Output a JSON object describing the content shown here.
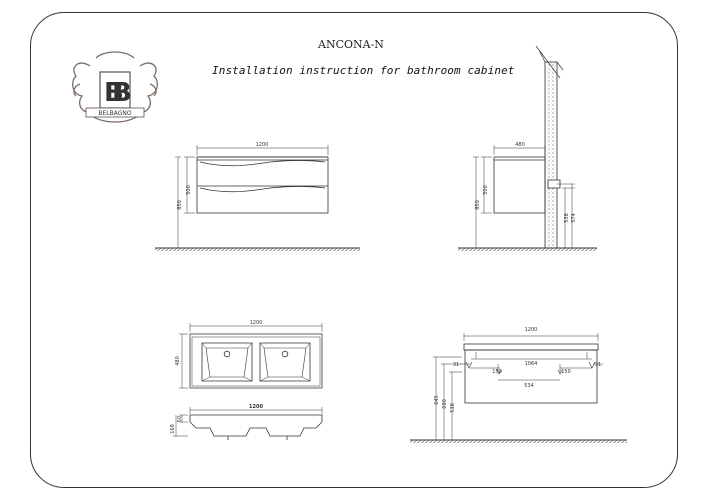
{
  "header": {
    "title": "ANCONA-N",
    "subtitle": "Installation instruction for bathroom cabinet",
    "logo_text": "BELBAGNO"
  },
  "front_view": {
    "width": "1200",
    "height": "500",
    "mount_height": "850"
  },
  "side_view": {
    "depth": "480",
    "height": "500",
    "mount_height": "850",
    "dim_a": "574",
    "dim_b": "538"
  },
  "top_view": {
    "width": "1200",
    "depth": "480"
  },
  "section_view": {
    "width": "1200",
    "h1": "50",
    "h2": "168"
  },
  "install_view": {
    "width": "1200",
    "inner": "1064",
    "left_gap": "150",
    "right_gap": "150",
    "bracket_span": "534",
    "side_left": "31",
    "side_right": "31",
    "h1": "645",
    "h2": "590",
    "h3": "538"
  },
  "colors": {
    "line": "#333333",
    "wall": "#7a7a7a"
  }
}
